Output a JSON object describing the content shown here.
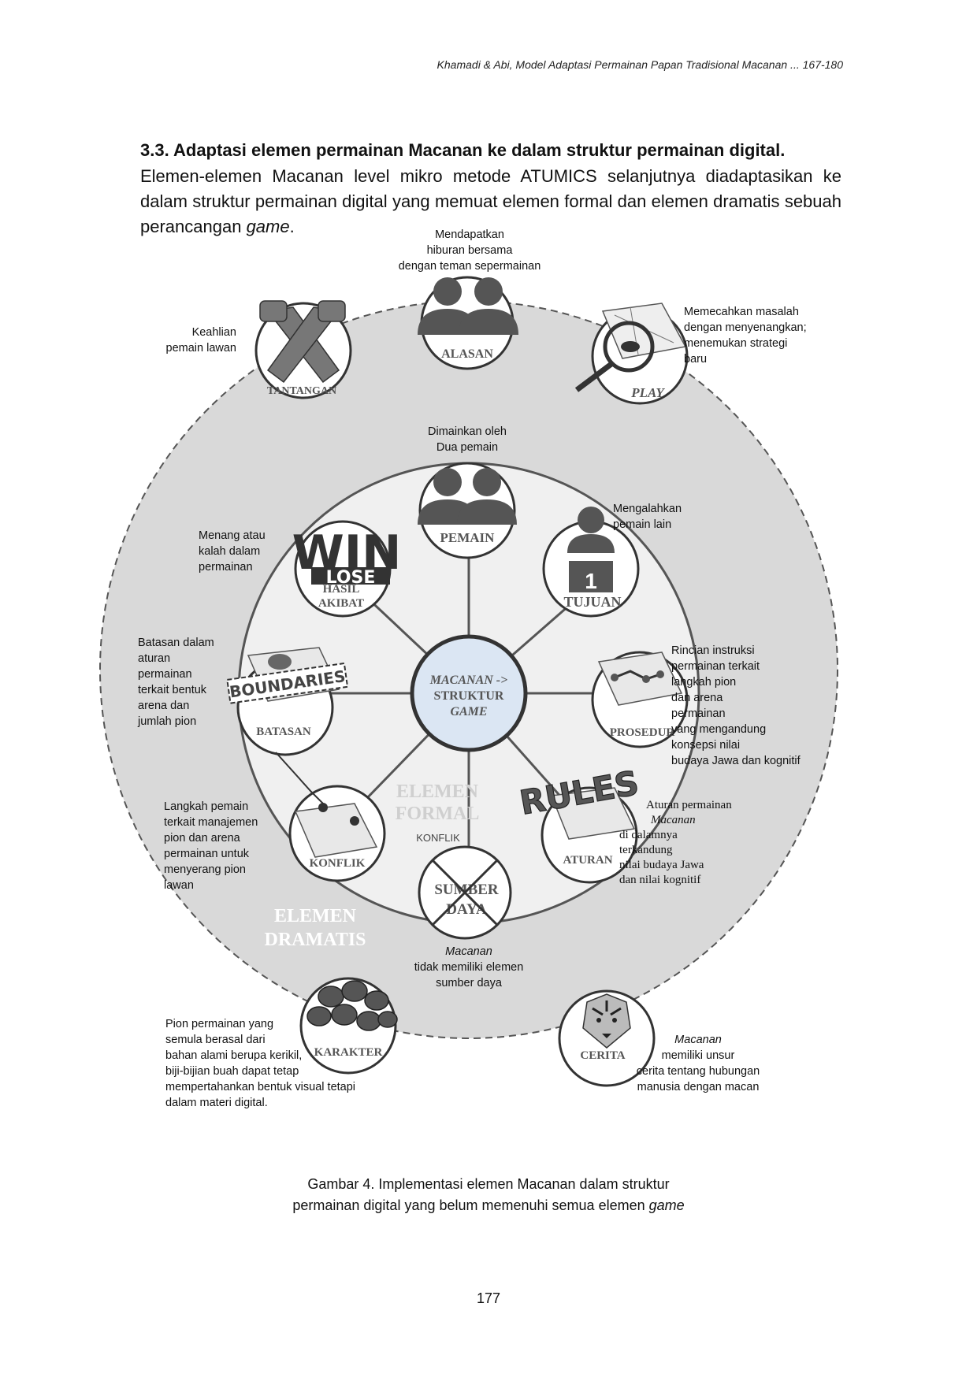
{
  "running_header": "Khamadi  & Abi, Model Adaptasi Permainan Papan Tradisional Macanan ... 167-180",
  "section": {
    "title": "3.3. Adaptasi elemen permainan Macanan ke dalam struktur permainan digital.",
    "paragraph_main": "Elemen-elemen Macanan level mikro metode ATUMICS selanjutnya diadaptasikan ke dalam struktur permainan digital yang memuat elemen formal dan elemen dramatis sebuah perancangan ",
    "paragraph_em": "game",
    "paragraph_end": "."
  },
  "diagram": {
    "center": {
      "line1": "MACANAN ->",
      "line2": "STRUKTUR",
      "line3": "GAME"
    },
    "region_formal": {
      "line1": "ELEMEN",
      "line2": "FORMAL"
    },
    "region_dramatic": {
      "line1": "ELEMEN",
      "line2": "DRAMATIS"
    },
    "konflik_tag": "KONFLIK",
    "win_text": "WIN",
    "lose_text": "LOSE",
    "boundaries_text": "BOUNDARIES",
    "rules_text": "RULES",
    "one_text": "1",
    "nodes": {
      "alasan": "ALASAN",
      "tantangan": "TANTANGAN",
      "play": "PLAY",
      "pemain": "PEMAIN",
      "tujuan": "TUJUAN",
      "hasil_line1": "HASIL",
      "hasil_line2": "AKIBAT",
      "batasan": "BATASAN",
      "prosedur": "PROSEDUR",
      "konflik": "KONFLIK",
      "aturan": "ATURAN",
      "sumber_line1": "SUMBER",
      "sumber_line2": "DAYA",
      "karakter": "KARAKTER",
      "cerita": "CERITA"
    },
    "annotations": {
      "alasan": "Mendapatkan\nhiburan bersama\ndengan teman sepermainan",
      "tantangan": "Keahlian\npemain lawan",
      "play": "Memecahkan masalah\n     dengan menyenangkan;\n     menemukan strategi\n     baru",
      "pemain": "Dimainkan oleh\nDua pemain",
      "tujuan": "Mengalahkan\n  pemain lain",
      "hasil": "Menang atau\n  kalah dalam\n      permainan",
      "batasan": "Batasan dalam\n        aturan\n    permainan\nterkait bentuk\n    arena dan\njumlah pion",
      "prosedur": "Rincian instruksi\n     permainan terkait\n         langkah pion\n           dan arena\n             permainan\n        yang mengandung\n    konsepsi nilai\nbudaya Jawa dan kognitif",
      "konflik": "Langkah pemain\n terkait manajemen\n     pion dan arena\n   permainan untuk\n       menyerang pion\n               lawan",
      "aturan_line1": "Aturan permainan",
      "aturan_italic": "Macanan",
      "aturan_rest": "   di dalamnya\nterkandung\n   nilai budaya Jawa\ndan nilai kognitif",
      "sumber_italic": "Macanan",
      "sumber_rest": "tidak memiliki elemen\nsumber daya",
      "karakter": "Pion permainan yang\nsemula berasal dari\nbahan alami berupa kerikil,\n biji-bijian buah dapat tetap\nmempertahankan bentuk visual tetapi\ndalam materi digital.",
      "cerita_italic": "Macanan",
      "cerita_rest": "memiliki unsur\ncerita tentang hubungan\nmanusia dengan macan"
    }
  },
  "caption": {
    "line1": "Gambar 4. Implementasi elemen Macanan dalam struktur",
    "line2_main": "permainan digital yang belum memenuhi semua elemen ",
    "line2_em": "game"
  },
  "page_number": "177",
  "colors": {
    "outer_disc": "#d9d9d9",
    "inner_disc": "#f0f0f0",
    "center_fill": "#dbe6f3",
    "node_stroke": "#333333",
    "icon_gray": "#555555"
  }
}
